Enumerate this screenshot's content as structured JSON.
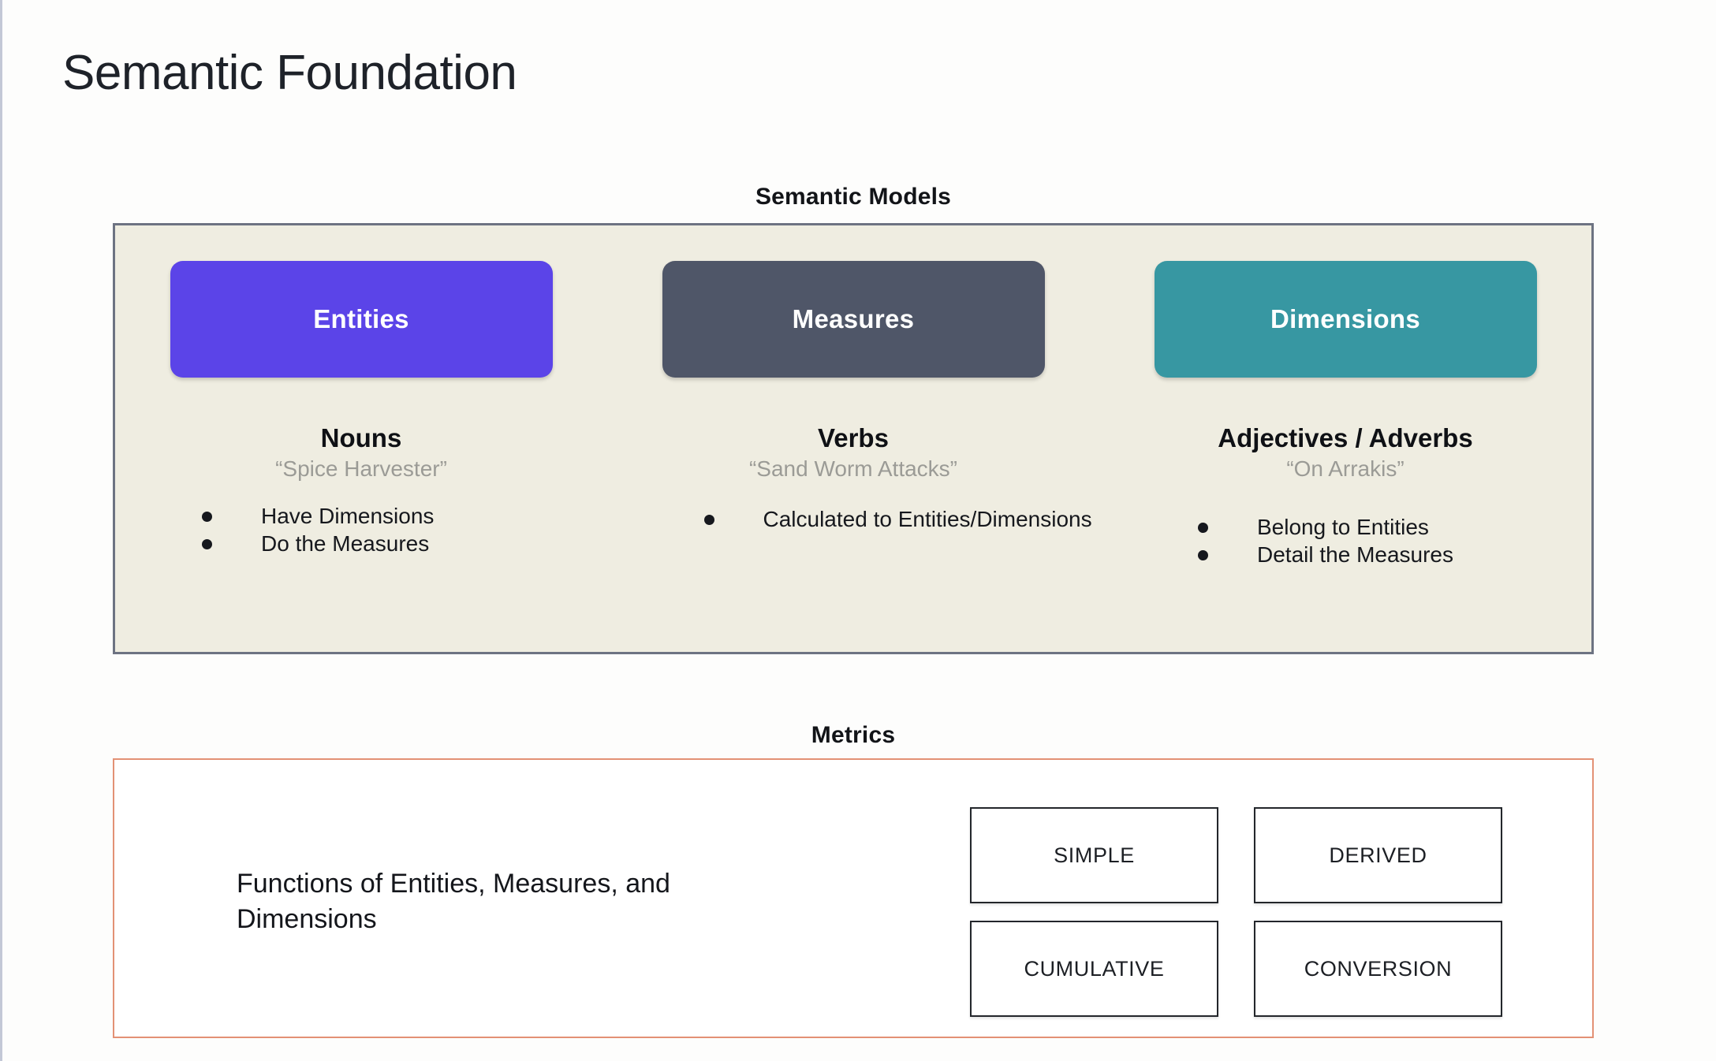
{
  "page": {
    "title": "Semantic Foundation"
  },
  "semantic_models": {
    "caption": "Semantic Models",
    "columns": [
      {
        "chip_label": "Entities",
        "chip_color": "#5B44E8",
        "part_of_speech": "Nouns",
        "example": "“Spice Harvester”",
        "bullets": [
          "Have Dimensions",
          "Do the Measures"
        ]
      },
      {
        "chip_label": "Measures",
        "chip_color": "#4F5668",
        "part_of_speech": "Verbs",
        "example": "“Sand Worm Attacks”",
        "bullets": [
          "Calculated to Entities/Dimensions"
        ]
      },
      {
        "chip_label": "Dimensions",
        "chip_color": "#3797A2",
        "part_of_speech": "Adjectives / Adverbs",
        "example": "“On Arrakis”",
        "bullets": [
          "Belong to Entities",
          "Detail the Measures"
        ]
      }
    ]
  },
  "metrics": {
    "caption": "Metrics",
    "description": "Functions of Entities, Measures, and Dimensions",
    "border_color": "#e39175",
    "types": [
      "SIMPLE",
      "DERIVED",
      "CUMULATIVE",
      "CONVERSION"
    ]
  }
}
